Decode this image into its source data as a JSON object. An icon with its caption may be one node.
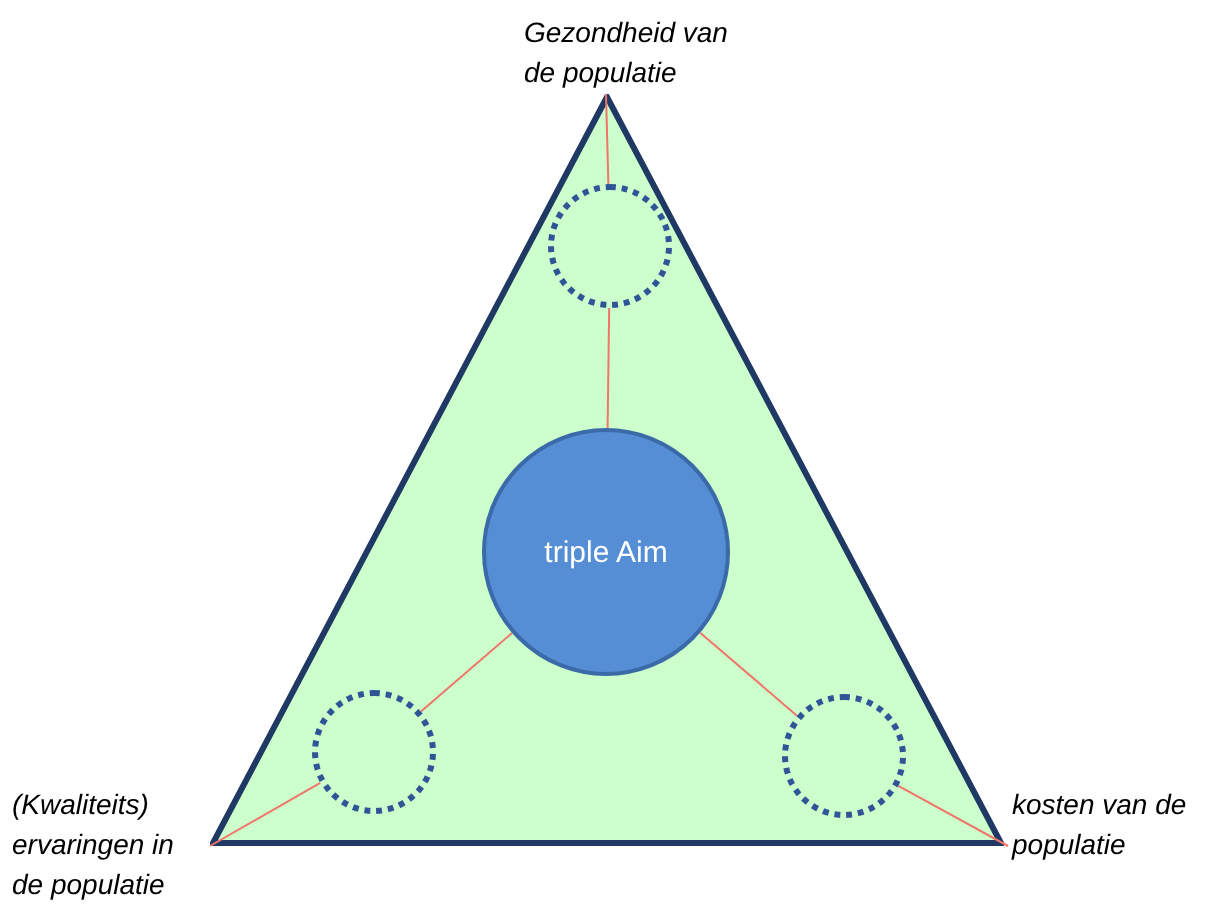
{
  "diagram": {
    "nodes": [
      {
        "text": [
          "Gezondheid van de populatie"
        ]
      },
      {
        "text": [],
        "shape": "triangle"
      },
      {
        "text": [],
        "shape": "circle",
        "in": 1
      },
      {
        "text": [
          "triple Aim"
        ],
        "in": 1
      },
      {
        "text": [],
        "shape": "circle",
        "in": 1
      },
      {
        "text": [],
        "shape": "circle",
        "in": 1
      },
      {
        "text": [
          "(Kwaliteits) ervaringen in de populatie"
        ]
      },
      {
        "text": [
          "kosten van de populatie"
        ]
      }
    ],
    "edges": [
      {
        "from": 3,
        "to": 2,
        "arrow": "none"
      },
      {
        "from": 2,
        "to": 0,
        "arrow": "none"
      },
      {
        "from": 3,
        "to": 4,
        "arrow": "none"
      },
      {
        "from": 4,
        "to": 6,
        "arrow": "none"
      },
      {
        "from": 3,
        "to": 5,
        "arrow": "none"
      },
      {
        "from": 5,
        "to": 7,
        "arrow": "none"
      }
    ]
  }
}
